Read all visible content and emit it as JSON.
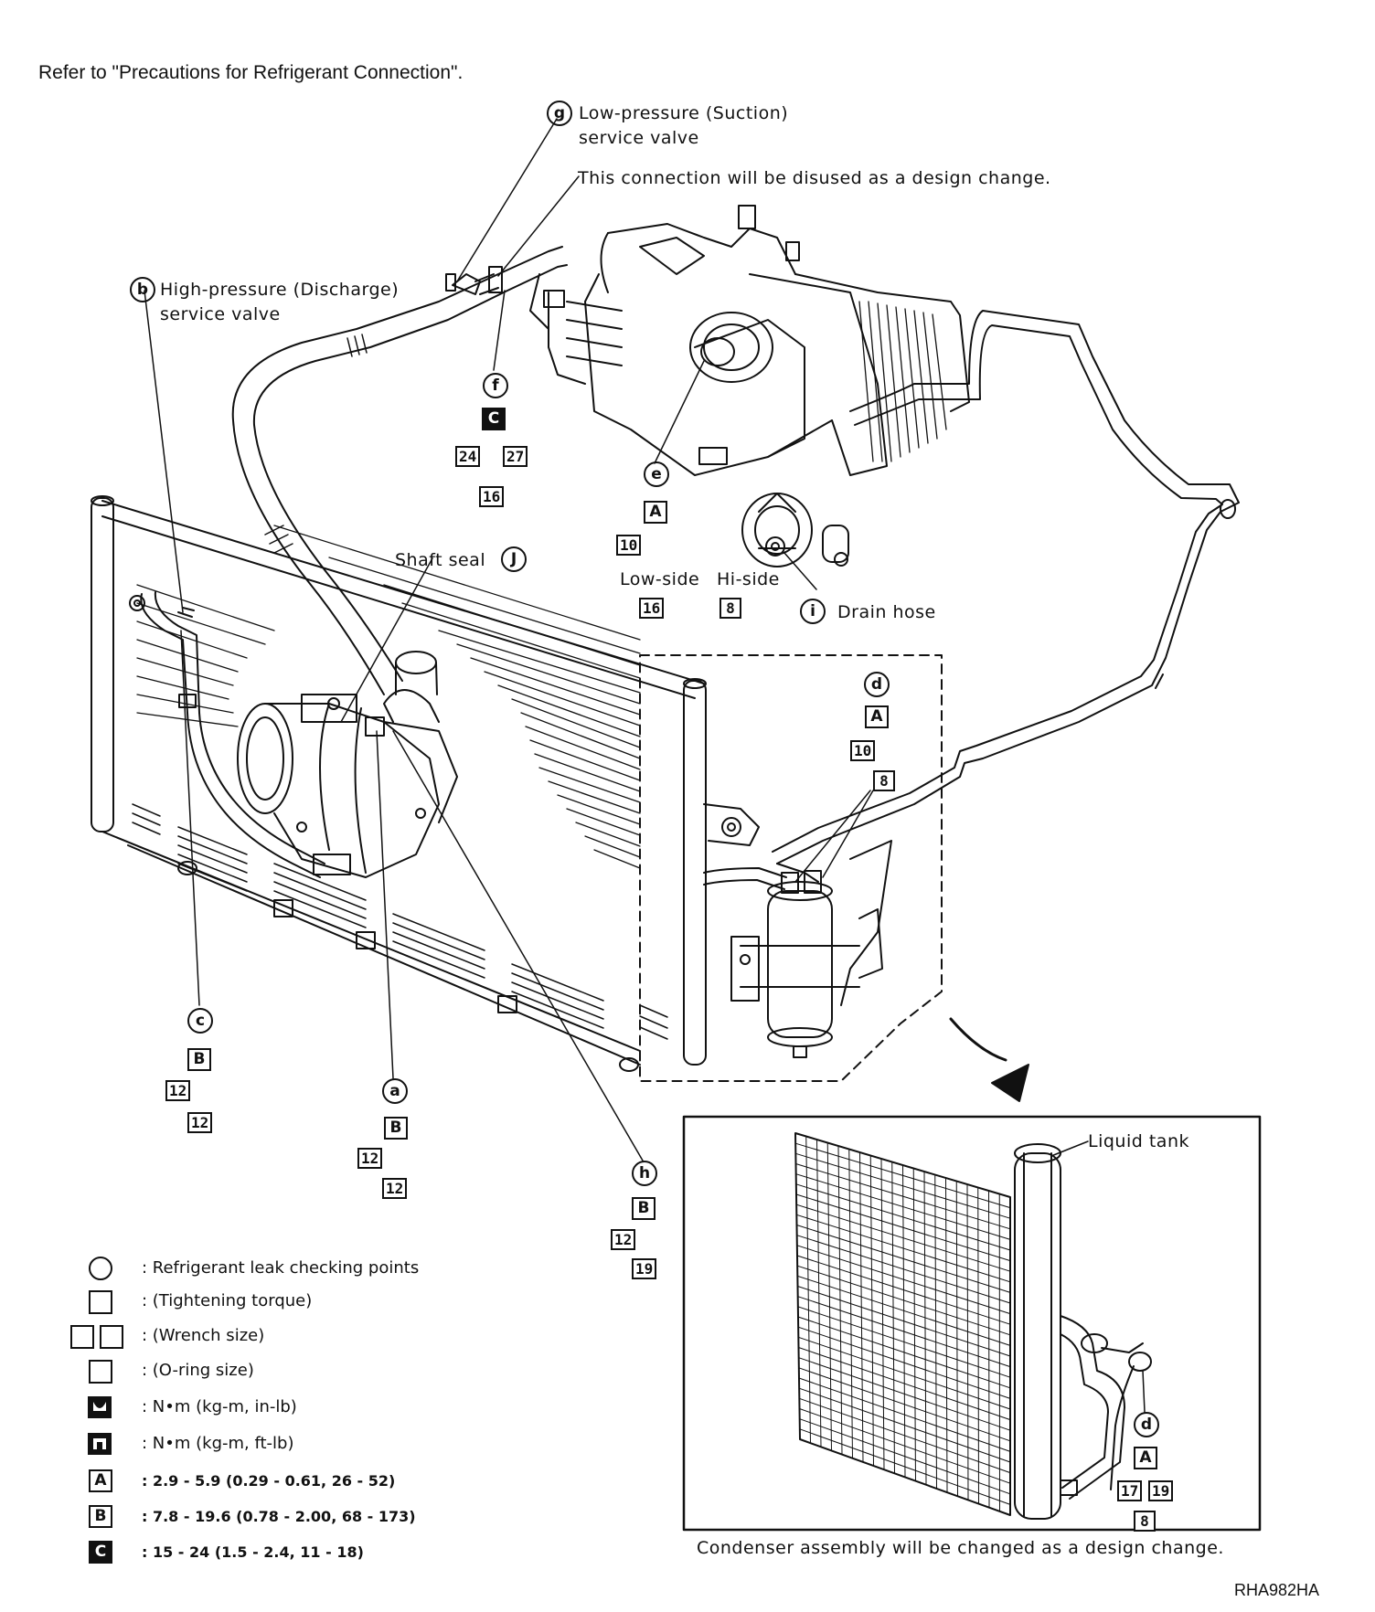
{
  "header": {
    "note": "Refer to \"Precautions for Refrigerant Connection\"."
  },
  "callouts": {
    "g": {
      "letter": "g",
      "text1": "Low-pressure (Suction)",
      "text2": "service valve"
    },
    "design_note": "This connection will be disused as a design change.",
    "b": {
      "letter": "b",
      "text1": "High-pressure (Discharge)",
      "text2": "service valve"
    },
    "f": {
      "letter": "f",
      "spec": "C",
      "o1": "24",
      "o2": "27",
      "ring": "16"
    },
    "e": {
      "letter": "e",
      "spec": "A",
      "ring": "10"
    },
    "lowside": {
      "label": "Low-side",
      "val": "16"
    },
    "hiside": {
      "label": "Hi-side",
      "val": "8"
    },
    "shaft_seal": {
      "label": "Shaft seal",
      "letter": "J"
    },
    "i": {
      "letter": "i",
      "label": "Drain hose"
    },
    "d": {
      "letter": "d",
      "spec": "A",
      "ring": "10",
      "extra": "8"
    },
    "c": {
      "letter": "c",
      "spec": "B",
      "w1": "12",
      "w2": "12"
    },
    "a": {
      "letter": "a",
      "spec": "B",
      "w1": "12",
      "w2": "12"
    },
    "h": {
      "letter": "h",
      "spec": "B",
      "w1": "12",
      "w2": "19"
    }
  },
  "inset": {
    "liquid_tank": "Liquid tank",
    "d": {
      "letter": "d",
      "spec": "A",
      "w1": "17",
      "w2": "19",
      "ring": "8"
    },
    "caption": "Condenser assembly will be changed as a design change."
  },
  "legend": [
    {
      "sym": "circle",
      "text": ": Refrigerant leak checking points"
    },
    {
      "sym": "box",
      "text": ": (Tightening torque)"
    },
    {
      "sym": "box2",
      "text": ": (Wrench size)"
    },
    {
      "sym": "box",
      "text": ": (O-ring size)"
    },
    {
      "sym": "torque-in",
      "text": ": N•m  (kg-m,  in-lb)"
    },
    {
      "sym": "torque-ft",
      "text": ": N•m  (kg-m,  ft-lb)"
    },
    {
      "sym": "A",
      "text": ": 2.9 - 5.9 (0.29 - 0.61, 26 - 52)"
    },
    {
      "sym": "B",
      "text": ": 7.8 - 19.6 (0.78 - 2.00, 68 - 173)"
    },
    {
      "sym": "C",
      "text": ": 15 - 24 (1.5 - 2.4, 11 - 18)"
    }
  ],
  "figure_id": "RHA982HA"
}
